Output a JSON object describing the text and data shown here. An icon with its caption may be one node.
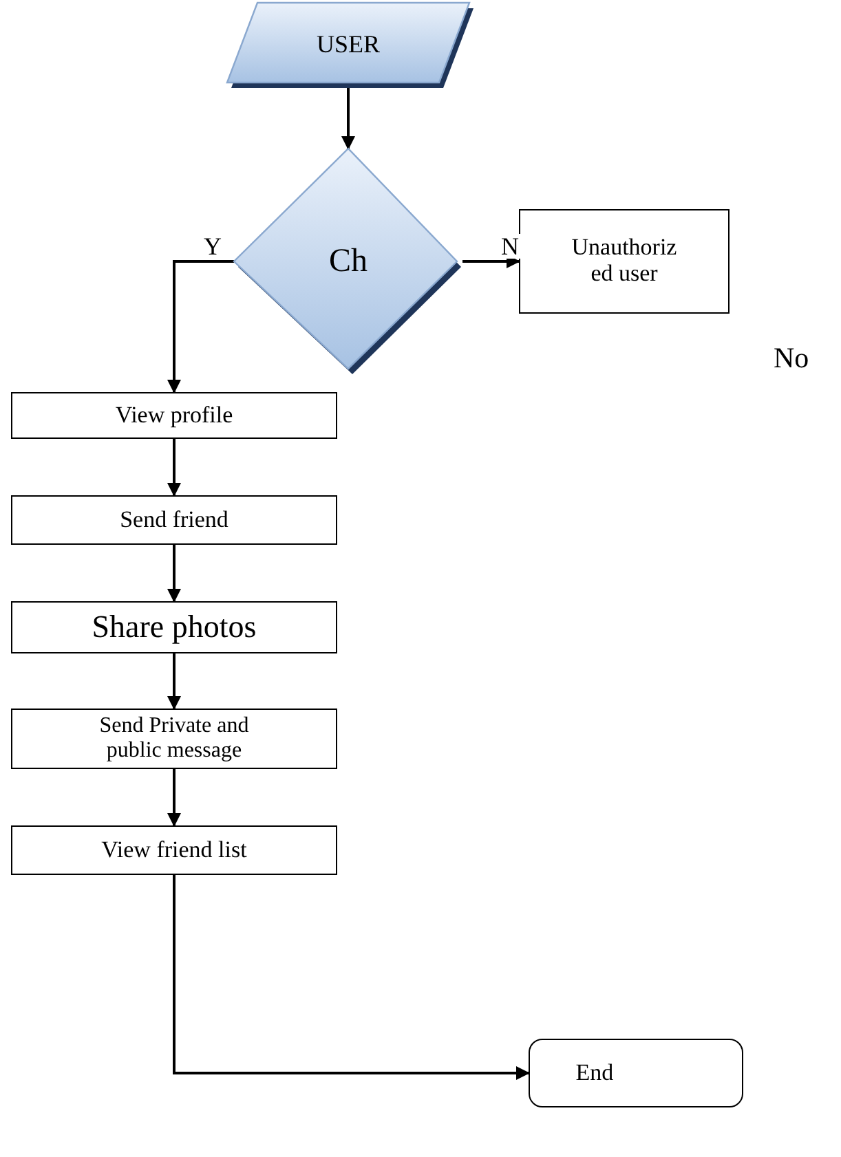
{
  "diagram": {
    "nodes": [
      {
        "text": [
          "USER"
        ]
      },
      {
        "text": [
          "Ch"
        ]
      },
      {
        "text": [
          "Unauthoriz ed user"
        ]
      },
      {
        "text": [
          "View profile"
        ]
      },
      {
        "text": [
          "Send friend"
        ]
      },
      {
        "text": [
          "Share photos"
        ]
      },
      {
        "text": [
          "Send Private and public message"
        ]
      },
      {
        "text": [
          "View friend list"
        ]
      },
      {
        "text": [
          "End"
        ]
      }
    ],
    "edges": [
      {
        "from": 0,
        "to": 1,
        "arrow": "to"
      },
      {
        "from": 1,
        "to": 3,
        "arrow": "to",
        "label": "Y"
      },
      {
        "from": 1,
        "to": 2,
        "arrow": "to",
        "label": "N"
      },
      {
        "from": 3,
        "to": 4,
        "arrow": "to"
      },
      {
        "from": 4,
        "to": 5,
        "arrow": "to"
      },
      {
        "from": 5,
        "to": 6,
        "arrow": "to"
      },
      {
        "from": 6,
        "to": 7,
        "arrow": "to"
      },
      {
        "from": 7,
        "to": 8,
        "arrow": "to"
      }
    ],
    "labels": [
      "No"
    ]
  }
}
